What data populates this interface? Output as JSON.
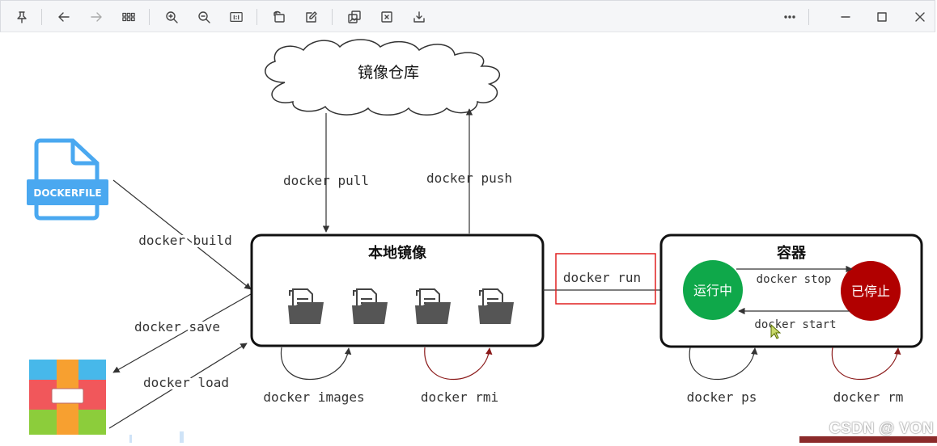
{
  "diagram": {
    "registry": "镜像仓库",
    "local_images": "本地镜像",
    "containers": "容器",
    "dockerfile": "DOCKERFILE",
    "running": "运行中",
    "stopped": "已停止",
    "cmd_pull": "docker pull",
    "cmd_push": "docker push",
    "cmd_build": "docker build",
    "cmd_save": "docker save",
    "cmd_load": "docker load",
    "cmd_run": "docker run",
    "cmd_stop": "docker stop",
    "cmd_start": "docker start",
    "cmd_images": "docker images",
    "cmd_rmi": "docker rmi",
    "cmd_ps": "docker ps",
    "cmd_rm": "docker rm"
  },
  "watermark": "CSDN @ VON",
  "colors": {
    "running": "#0fa84a",
    "stopped": "#b10000",
    "highlight": "#e02020",
    "dark_arrow": "#333333",
    "red_arrow": "#8b1a1a"
  },
  "icons": [
    "pin-icon",
    "back-icon",
    "forward-icon",
    "grid-icon",
    "zoom-in-icon",
    "zoom-out-icon",
    "actual-size-icon",
    "rotate-icon",
    "edit-icon",
    "copy-icon",
    "crop-icon",
    "save-icon",
    "more-icon",
    "minimize-icon",
    "maximize-icon",
    "close-icon"
  ]
}
